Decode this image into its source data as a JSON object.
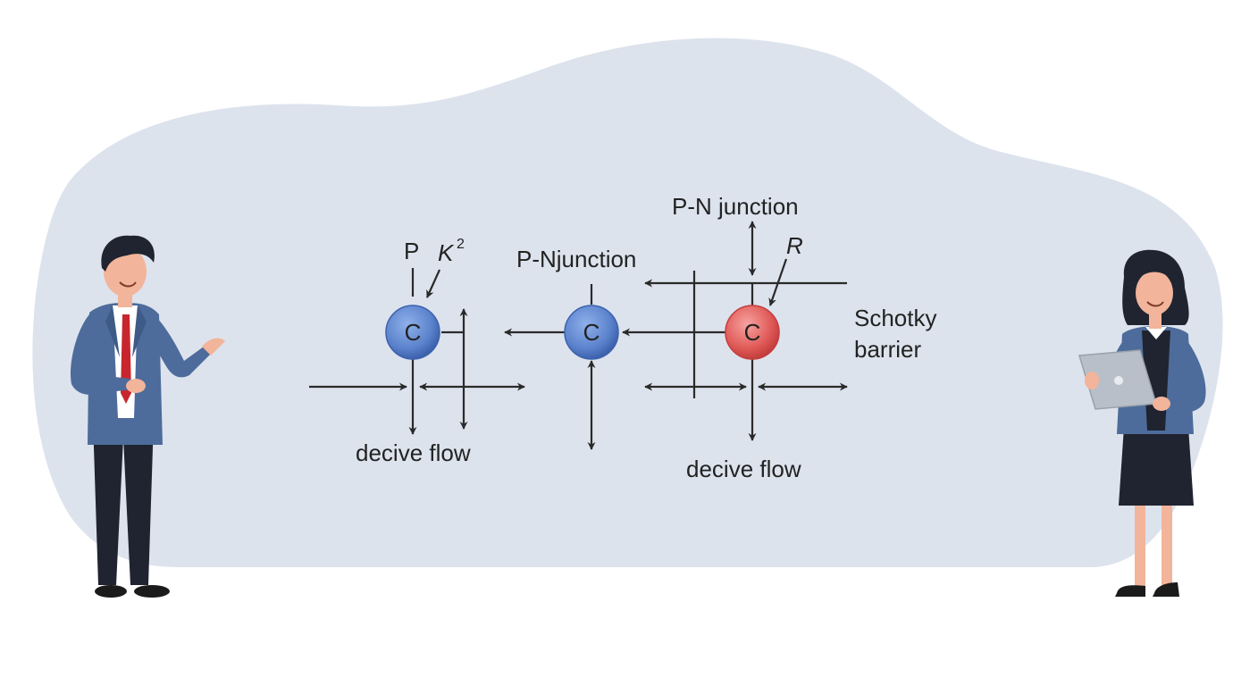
{
  "colors": {
    "backdrop": "#dde3ed",
    "line": "#2a2a2a",
    "node_blue": "#5b82cc",
    "node_red": "#e05a58",
    "suit_blue": "#4d6c9b",
    "skin": "#f2b49a",
    "tie": "#c8262e"
  },
  "labels": {
    "p": "P",
    "k_base": "K",
    "k_exp": "2",
    "pn_junction_left": "P-Njunction",
    "pn_junction_top": "P-N junction",
    "r": "R",
    "schottky_line1": "Schotky",
    "schottky_line2": "barrier",
    "decive_flow_left": "decive flow",
    "decive_flow_right": "decive flow"
  },
  "nodes": [
    {
      "letter": "C",
      "color": "blue"
    },
    {
      "letter": "C",
      "color": "blue"
    },
    {
      "letter": "C",
      "color": "red"
    }
  ],
  "icons": {
    "presenter_male": "man-presenter-illustration",
    "presenter_female": "woman-with-laptop-illustration"
  }
}
